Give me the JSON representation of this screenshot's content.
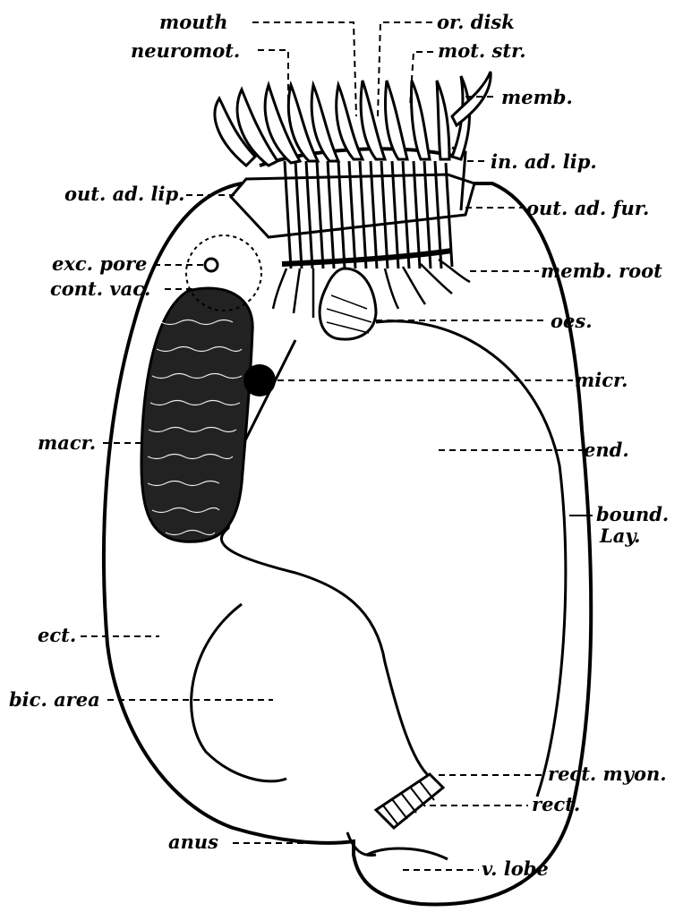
{
  "diagram": {
    "labels": {
      "mouth": "mouth",
      "or_disk": "or. disk",
      "neuromot": "neuromot.",
      "mot_str": "mot. str.",
      "memb": "memb.",
      "in_ad_lip": "in. ad. lip.",
      "out_ad_lip": "out. ad. lip.",
      "out_ad_fur": "out. ad. fur.",
      "exc_pore": "exc. pore",
      "cont_vac": "cont. vac.",
      "memb_root": "memb. root",
      "oes": "oes.",
      "micr": "micr.",
      "macr": "macr.",
      "end": "end.",
      "bound": "bound.",
      "lay": "Lay.",
      "ect": "ect.",
      "bic_area": "bic. area",
      "rect_myon": "rect. myon.",
      "rect": "rect.",
      "anus": "anus",
      "v_lobe": "v. lobe"
    }
  }
}
